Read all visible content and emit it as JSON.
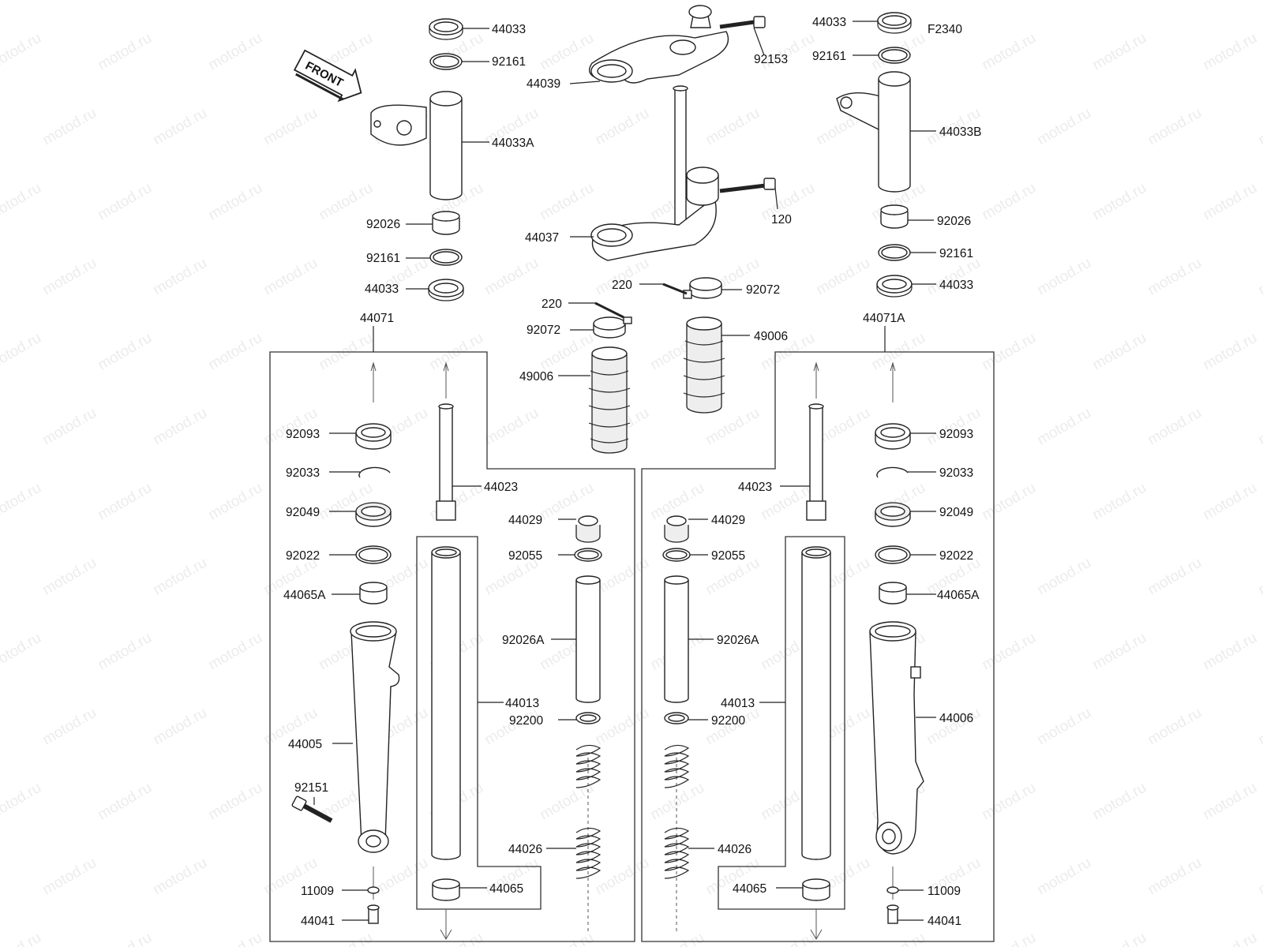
{
  "watermark": "motod.ru",
  "figure_code": "F2340",
  "front_label": "FRONT",
  "parts": {
    "p44033_l1": "44033",
    "p92161_l1": "92161",
    "p44033A": "44033A",
    "p92026_l": "92026",
    "p92161_l2": "92161",
    "p44033_l2": "44033",
    "p44039": "44039",
    "p92153": "92153",
    "p44037": "44037",
    "p120": "120",
    "p220_r": "220",
    "p92072_r": "92072",
    "p220_l": "220",
    "p92072_l": "92072",
    "p49006_l": "49006",
    "p49006_r": "49006",
    "p44033_r1": "44033",
    "p92161_r1": "92161",
    "p44033B": "44033B",
    "p92026_r": "92026",
    "p92161_r2": "92161",
    "p44033_r2": "44033",
    "p44071": "44071",
    "p44071A": "44071A",
    "p92093_l": "92093",
    "p92033_l": "92033",
    "p92049_l": "92049",
    "p92022_l": "92022",
    "p44065A_l": "44065A",
    "p44005": "44005",
    "p92151": "92151",
    "p11009_l": "11009",
    "p44041_l": "44041",
    "p44023_l": "44023",
    "p44029_l": "44029",
    "p92055_l": "92055",
    "p92026A_l": "92026A",
    "p44013_l": "44013",
    "p92200_l": "92200",
    "p44026_l": "44026",
    "p44065_l": "44065",
    "p44023_r": "44023",
    "p44029_r": "44029",
    "p92055_r": "92055",
    "p92026A_r": "92026A",
    "p44013_r": "44013",
    "p92200_r": "92200",
    "p44026_r": "44026",
    "p44065_r": "44065",
    "p92093_r": "92093",
    "p92033_r": "92033",
    "p92049_r": "92049",
    "p92022_r": "92022",
    "p44065A_r": "44065A",
    "p44006": "44006",
    "p11009_r": "11009",
    "p44041_r": "44041"
  }
}
